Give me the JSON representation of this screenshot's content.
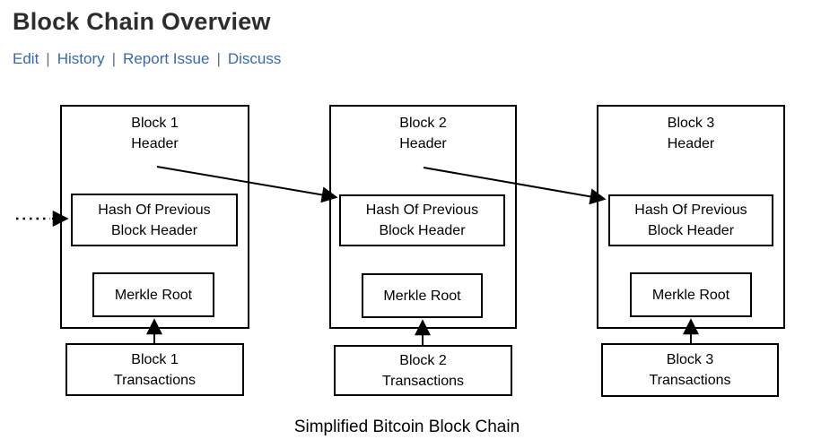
{
  "page": {
    "title": "Block Chain Overview",
    "caption": "Simplified Bitcoin Block Chain"
  },
  "nav": {
    "separator": "|",
    "links": [
      {
        "label": "Edit"
      },
      {
        "label": "History"
      },
      {
        "label": "Report Issue"
      },
      {
        "label": "Discuss"
      }
    ]
  },
  "diagram": {
    "blocks": [
      {
        "name": "Block 1",
        "header_label": "Block 1\nHeader",
        "hash_label": "Hash Of Previous\nBlock Header",
        "merkle_label": "Merkle Root",
        "transactions_label": "Block 1\nTransactions"
      },
      {
        "name": "Block 2",
        "header_label": "Block 2\nHeader",
        "hash_label": "Hash Of Previous\nBlock Header",
        "merkle_label": "Merkle Root",
        "transactions_label": "Block 2\nTransactions"
      },
      {
        "name": "Block 3",
        "header_label": "Block 3\nHeader",
        "hash_label": "Hash Of Previous\nBlock Header",
        "merkle_label": "Merkle Root",
        "transactions_label": "Block 3\nTransactions"
      }
    ],
    "connections": [
      "dotted-arrow-into-block-1-hash",
      "block-1-header-to-block-2-hash",
      "block-2-header-to-block-3-hash",
      "block-1-transactions-to-merkle-root",
      "block-2-transactions-to-merkle-root",
      "block-3-transactions-to-merkle-root"
    ]
  },
  "colors": {
    "title": "#2d2d2d",
    "link": "#3568b8",
    "separator": "#60708a",
    "diagram_line": "#000000",
    "background": "#ffffff"
  }
}
